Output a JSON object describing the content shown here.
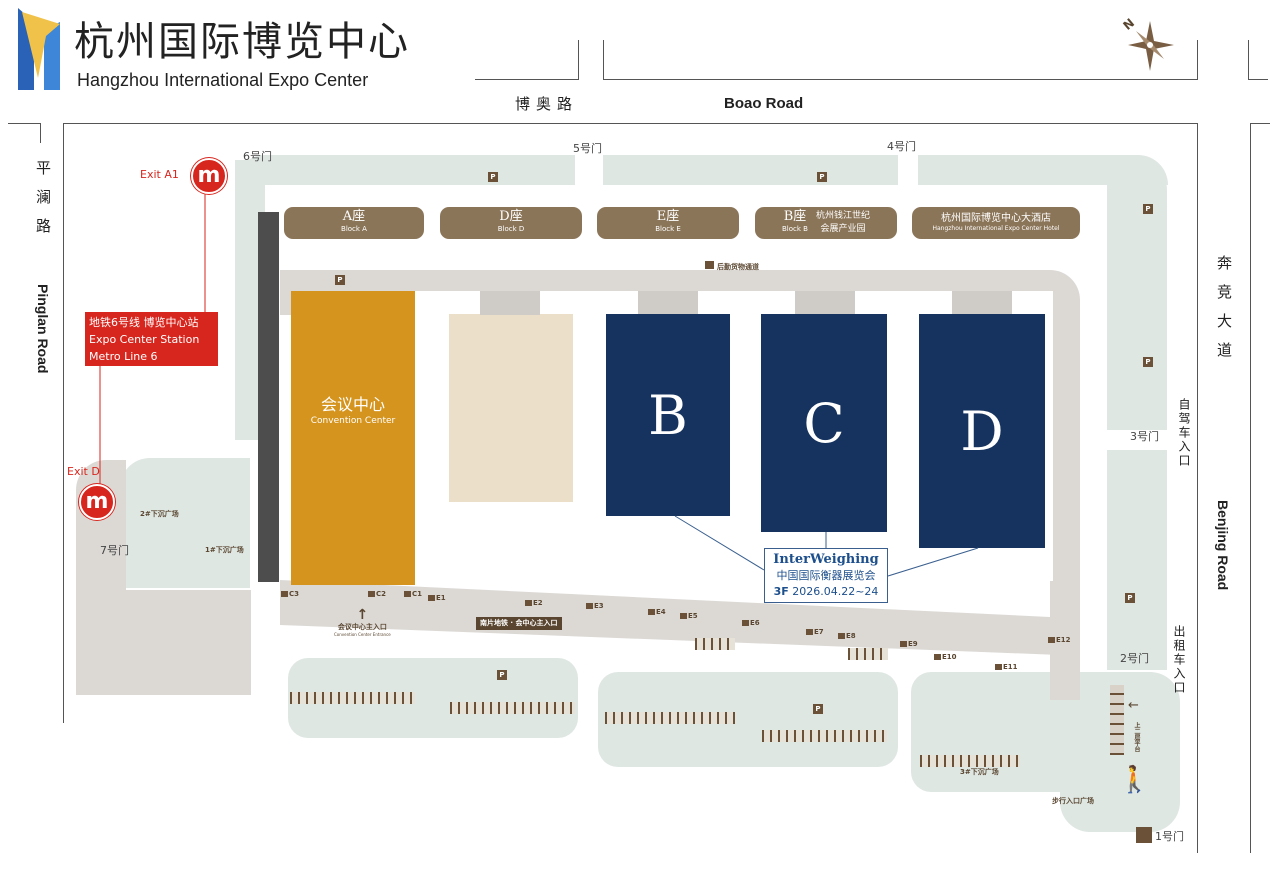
{
  "header": {
    "title_cn": "杭州国际博览中心",
    "title_en": "Hangzhou International Expo Center"
  },
  "roads": {
    "boao_cn": "博奥路",
    "boao_en": "Boao Road",
    "pinglan_cn": "平澜路",
    "pinglan_en": "Pinglan Road",
    "benjing_cn": "奔竞大道",
    "benjing_en": "Benjing Road"
  },
  "compass": {
    "label": "N"
  },
  "gates": {
    "g1": "1号门",
    "g2": "2号门",
    "g3": "3号门",
    "g4": "4号门",
    "g5": "5号门",
    "g6": "6号门",
    "g7": "7号门"
  },
  "gate_notes": {
    "self_drive": "自驾车入口",
    "taxi": "出租车入口"
  },
  "metro": {
    "exit_a1": "Exit A1",
    "exit_d": "Exit D",
    "station_cn": "地铁6号线 博览中心站",
    "station_en1": "Expo Center Station",
    "station_en2": "Metro Line 6",
    "icon": "metro-logo-icon"
  },
  "blocks": [
    {
      "cn": "A座",
      "en": "Block A"
    },
    {
      "cn": "D座",
      "en": "Block D"
    },
    {
      "cn": "E座",
      "en": "Block E"
    },
    {
      "cn": "B座",
      "en": "Block B",
      "extra1": "杭州钱江世纪",
      "extra2": "会展产业园"
    },
    {
      "cn": "杭州国际博览中心大酒店",
      "en": "Hangzhou International Expo Center Hotel"
    }
  ],
  "logistics": "后勤货物通道",
  "convention": {
    "cn": "会议中心",
    "en": "Convention Center",
    "entrance_cn": "会议中心主入口",
    "entrance_en": "Convention Center Entrance"
  },
  "halls": [
    "B",
    "C",
    "D"
  ],
  "event": {
    "name": "InterWeighing",
    "cn": "中国国际衡器展览会",
    "floor": "3F",
    "dates": "2026.04.22~24"
  },
  "plaza": {
    "walk_cn": "步行入口广场",
    "platform": "上二层平台",
    "sunken1": "1#下沉广场",
    "sunken2": "2#下沉广场",
    "sunken3": "3#下沉广场",
    "center_entrance": "南片地铁 · 会中心主入口"
  },
  "parking": "P",
  "entrances": [
    "C3",
    "C2",
    "C1",
    "E1",
    "E2",
    "E3",
    "E4",
    "E5",
    "E6",
    "E7",
    "E8",
    "E9",
    "E10",
    "E11",
    "E12"
  ],
  "colors": {
    "convention": "#d4941e",
    "hall": "#15335e",
    "block": "#8b7558",
    "metro": "#d7261e"
  }
}
